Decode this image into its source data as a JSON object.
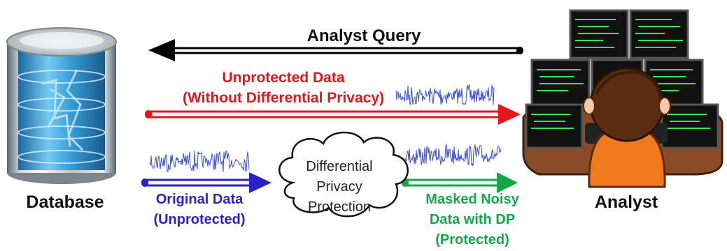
{
  "labels": {
    "database": "Database",
    "analyst": "Analyst",
    "analyst_query": "Analyst Query",
    "unprotected_line1": "Unprotected Data",
    "unprotected_line2": "(Without Differential Privacy)",
    "original_line1": "Original Data",
    "original_line2": "(Unprotected)",
    "masked_line1": "Masked Noisy",
    "masked_line2": "Data with DP",
    "masked_line3": "(Protected)",
    "cloud_line1": "Differential",
    "cloud_line2": "Privacy",
    "cloud_line3": "Protection"
  },
  "colors": {
    "query_arrow": "#000000",
    "unprotected": "#e8141a",
    "original": "#2b21c8",
    "masked": "#13a84a",
    "waveform": "#3b4fd6"
  },
  "icons": {
    "database": "database-cylinder-icon",
    "analyst": "analyst-at-monitors-icon",
    "cloud": "cloud-icon"
  }
}
